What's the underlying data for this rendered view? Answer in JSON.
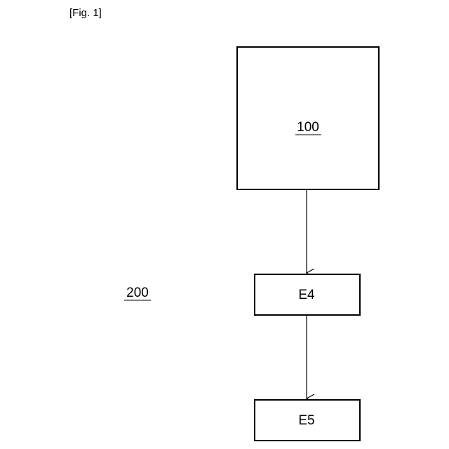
{
  "figure_label": "[Fig. 1]",
  "nodes": {
    "top_block": {
      "label": "100",
      "underlined": true
    },
    "e4": {
      "label": "E4"
    },
    "e5": {
      "label": "E5"
    }
  },
  "reference_label": {
    "label": "200",
    "underlined": true
  },
  "edges": [
    {
      "from": "top_block",
      "to": "e4"
    },
    {
      "from": "e4",
      "to": "e5"
    }
  ]
}
